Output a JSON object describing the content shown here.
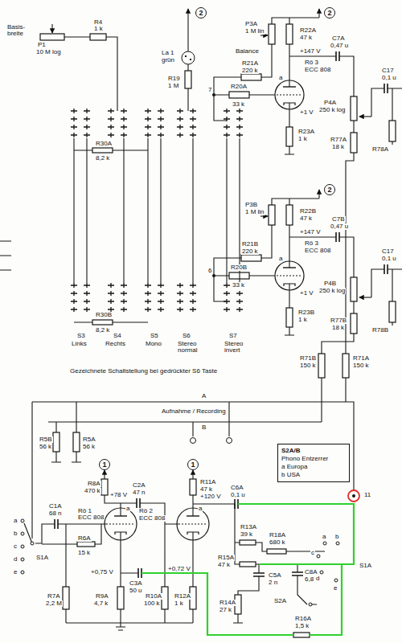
{
  "diagram": {
    "nodes": [
      {
        "text": [
          "S2A/B",
          "Phono Entzerrer",
          "a Europa",
          "b USA"
        ]
      }
    ],
    "labels": [
      "Basis- breite",
      "P1",
      "10 M log",
      "R4",
      "1 k",
      "2",
      "La 1",
      "grün",
      "R19",
      "1 M",
      "P3A",
      "1 M lin",
      "Balance",
      "R22A",
      "47 k",
      "2",
      "C7A",
      "0,47 u",
      "+147 V",
      "R21A",
      "220 k",
      "Rö 3",
      "ECC 808",
      "a",
      "C17",
      "0,1 u",
      "P4A",
      "250 k log",
      "R77A",
      "18 k",
      "R78A",
      "7",
      "R20A",
      "33 k",
      "+1 V",
      "R23A",
      "1 k",
      "R30A",
      "8,2 k",
      "2",
      "P3B",
      "1 M lin",
      "R22B",
      "47 k",
      "C7B",
      "0,47 u",
      "+147 V",
      "R21B",
      "220 k",
      "Rö 3",
      "ECC 808",
      "a",
      "C17",
      "0,1 u",
      "P4B",
      "250 k log",
      "R77B",
      "18 k",
      "R78B",
      "6",
      "R20B",
      "33 k",
      "+1 V",
      "R23B",
      "1 k",
      "R30B",
      "8,2 k",
      "S3",
      "Links",
      "S4",
      "Rechts",
      "S5",
      "Mono",
      "S6",
      "Stereo normal",
      "S7",
      "Stereo invert",
      "Gezeichnete Schaltstellung bei gedrückter S6 Taste",
      "R71B",
      "150 k",
      "R71A",
      "150 k",
      "A",
      "Aufnahme / Recording",
      "B",
      "R5B",
      "56 k",
      "R5A",
      "56 k",
      "1",
      "1",
      "R8A",
      "470 k",
      "+78 V",
      "C2A",
      "47 n",
      "R11A",
      "47 k",
      "+120 V",
      "C6A",
      "0,1 u",
      "11",
      "C1A",
      "68 n",
      "Rö 1",
      "ECC 808",
      "Rö 2",
      "ECC 808",
      "R6A",
      "15 k",
      "a",
      "c",
      "b",
      "d",
      "e",
      "S1A",
      "+0,75 V",
      "C3A",
      "50 u",
      "+0,72 V",
      "R7A",
      "2,2 M",
      "R9A",
      "4,7 k",
      "R10A",
      "100 k",
      "R12A",
      "1 k",
      "R13A",
      "39 k",
      "R18A",
      "680 k",
      "R15A",
      "47 k",
      "C5A",
      "2 n",
      "C8A",
      "6,8 n",
      "S2A",
      "R14A",
      "27 k",
      "R16A",
      "1,5 k",
      "a",
      "b",
      "c",
      "d",
      "e",
      "S1A",
      "a",
      "a"
    ]
  }
}
